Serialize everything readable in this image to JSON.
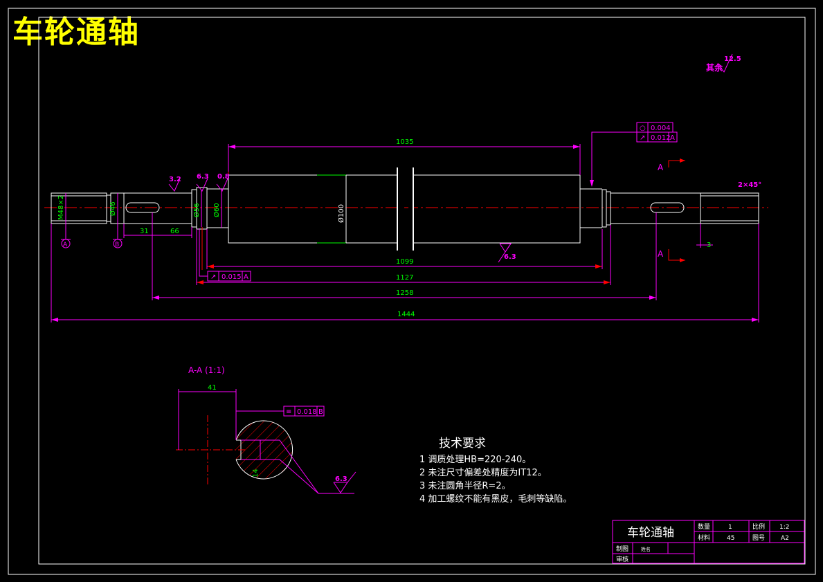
{
  "drawing": {
    "title": "车轮通轴",
    "roughness_other": {
      "value": "12.5",
      "label": "其余"
    },
    "tolerance_frames": {
      "top_circularity": {
        "symbol": "○",
        "value": "0.004"
      },
      "top_runout": {
        "symbol": "↗",
        "value": "0.012",
        "datum": "A"
      },
      "left_runout": {
        "symbol": "↗",
        "value": "0.015",
        "datum": "A"
      },
      "section_symmetry": {
        "symbol": "≡",
        "value": "0.018",
        "datum": "B"
      }
    },
    "dimensions": {
      "d1035": "1035",
      "d1099": "1099",
      "d1127": "1127",
      "d1258": "1258",
      "d1444": "1444",
      "d31": "31",
      "d66": "66",
      "d3": "3",
      "m48": "M48×2",
      "phi46": "Ø46",
      "phi56": "Ø56",
      "phi60": "Ø60",
      "phi100": "Ø100",
      "chamfer": "2×45°",
      "keyw": "41",
      "keyh": "14"
    },
    "roughness": {
      "r32": "3.2",
      "r63a": "6.3",
      "r08": "0.8",
      "r63b": "6.3",
      "r63c": "6.3"
    },
    "datums": {
      "a": "A",
      "b": "B"
    },
    "section_marks": {
      "top": "A",
      "bottom": "A"
    },
    "section_title": "A-A (1:1)",
    "tech_requirements": {
      "heading": "技术要求",
      "items": [
        "1 调质处理HB=220-240。",
        "2 未注尺寸偏差处精度为IT12。",
        "3 未注圆角半径R=2。",
        "4 加工螺纹不能有黑皮，毛刺等缺陷。"
      ]
    },
    "title_block": {
      "name": "车轮通轴",
      "qty_label": "数量",
      "qty": "1",
      "scale_label": "比例",
      "scale": "1:2",
      "material_label": "材料",
      "material": "45",
      "drawing_no_label": "图号",
      "drawing_no": "A2",
      "drawn_label": "制图",
      "drawn_by": "姓名",
      "checked_label": "审核"
    }
  },
  "colors": {
    "outline": "#ffffff",
    "dim": "#ff00ff",
    "dimtext": "#00ff00",
    "red": "#ff0000",
    "title": "#ffff00"
  }
}
